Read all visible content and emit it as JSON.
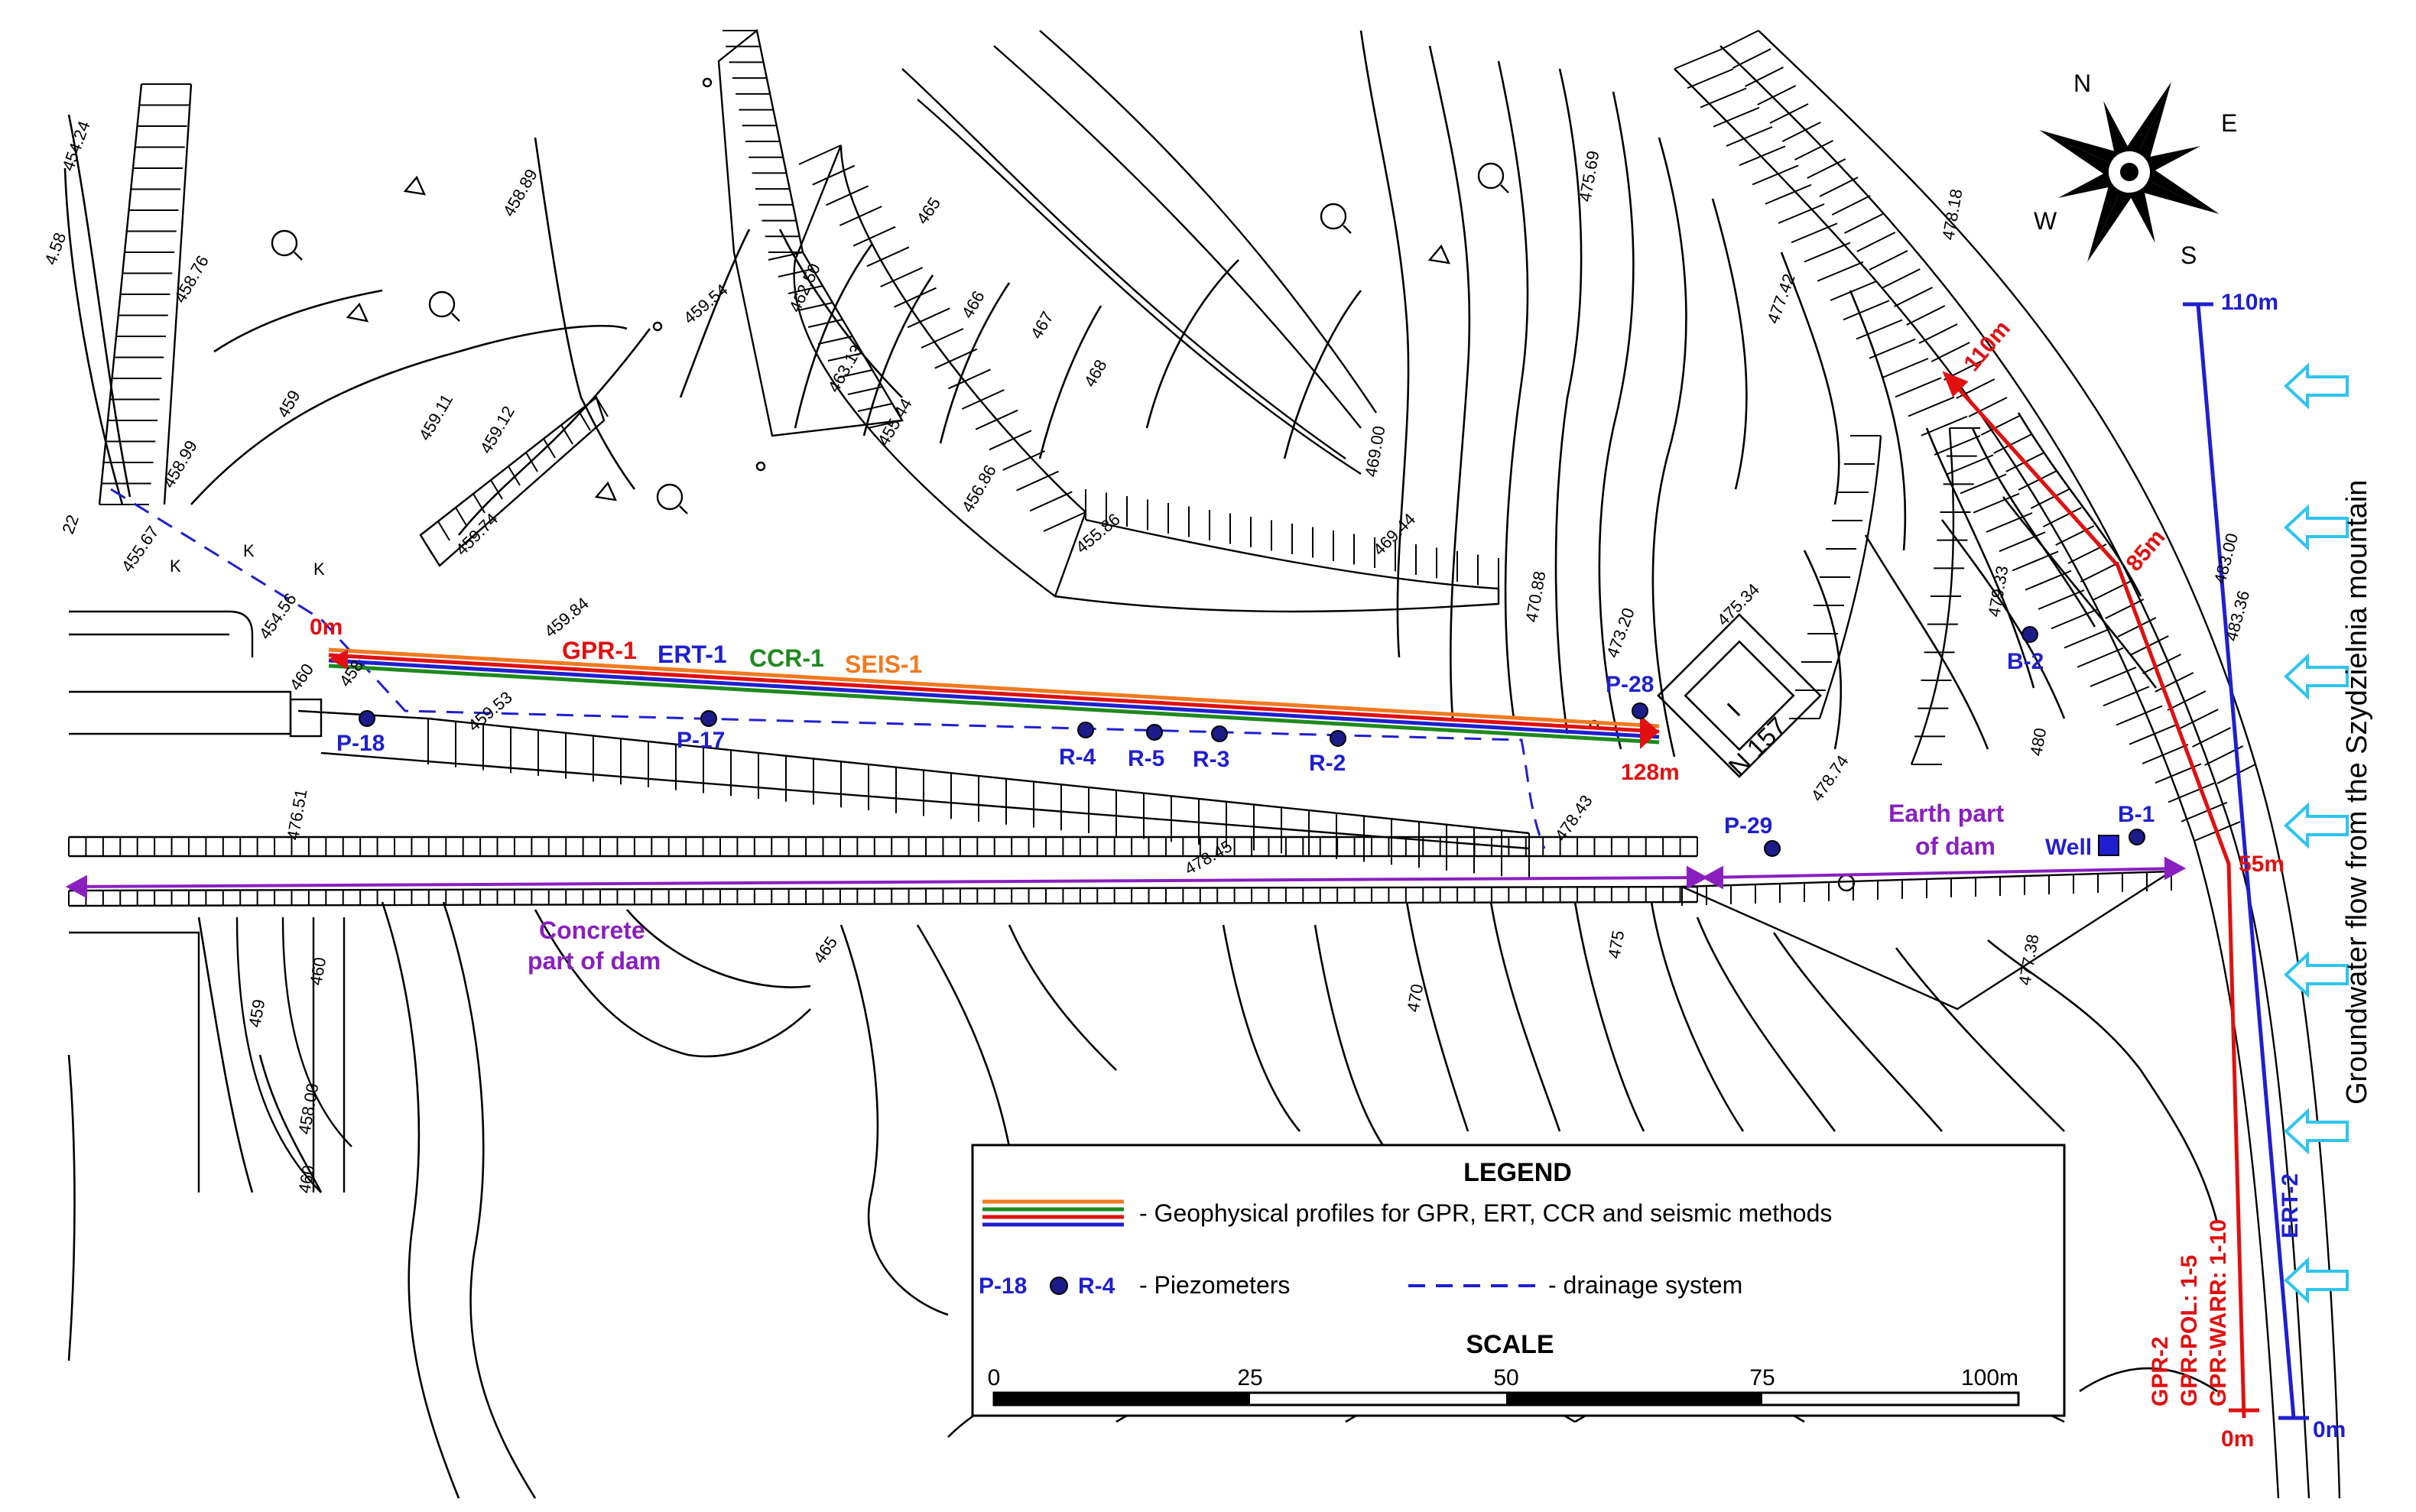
{
  "compass": {
    "n": "N",
    "e": "E",
    "s": "S",
    "w": "W"
  },
  "profiles": {
    "gpr1": "GPR-1",
    "ert1": "ERT-1",
    "ccr1": "CCR-1",
    "seis1": "SEIS-1",
    "start": "0m",
    "end": "128m"
  },
  "gpr2": {
    "name": "GPR-2",
    "pol": "GPR-POL: 1-5",
    "warr": "GPR-WARR: 1-10",
    "m0": "0m",
    "m55": "55m",
    "m85": "85m",
    "m110": "110m"
  },
  "ert2": {
    "name": "ERT-2",
    "m0": "0m",
    "m110": "110m"
  },
  "piezometers": {
    "p18": "P-18",
    "p17": "P-17",
    "p28": "P-28",
    "p29": "P-29",
    "r4": "R-4",
    "r5": "R-5",
    "r3": "R-3",
    "r2": "R-2",
    "b1": "B-1",
    "b2": "B-2",
    "well": "Well"
  },
  "building": {
    "label": "N 157",
    "mark": "I"
  },
  "dam": {
    "earth_line1": "Earth part",
    "earth_line2": "of dam",
    "concrete_line1": "Concrete",
    "concrete_line2": "part of dam"
  },
  "groundwater": "Groundwater flow from the Szydzielnia mountain",
  "elevations": {
    "e45424": "454.24",
    "e4558": "4.58",
    "e45876": "458.76",
    "e45869": "458.89",
    "e459": "459",
    "e45911": "459.11",
    "e45899": "458.99",
    "e45912": "459.12",
    "e45954": "459.54",
    "e46250": "462.50",
    "e465": "465",
    "e466": "466",
    "e467": "467",
    "e468": "468",
    "e46313": "463.13",
    "e45544": "455.44",
    "e45686": "456.86",
    "e45586": "455.86",
    "e46900": "469.00",
    "e46944": "469.44",
    "e47088": "470.88",
    "e47309": "473.20",
    "e47534": "475.34",
    "e47569": "475.69",
    "e47742": "477.42",
    "e47818": "478.18",
    "e47933": "479.33",
    "e48300": "483.00",
    "e48336": "483.36",
    "e480": "480",
    "e47874": "478.74",
    "e47843": "478.43",
    "e47738": "477.38",
    "e470": "470",
    "e475": "475",
    "e465b": "465",
    "e47845": "478.45",
    "e45974": "459.74",
    "e45984": "459.84",
    "e45953": "459.53",
    "e45567": "455.67",
    "e45456": "454.56",
    "e460a": "460",
    "e458a": "458",
    "e47651": "476.51",
    "e460b": "460",
    "e459b": "459",
    "e45800": "458.00",
    "e460c": "460",
    "e22": "22",
    "k1": "K",
    "k2": "K",
    "k3": "K"
  },
  "legend": {
    "title": "LEGEND",
    "profiles_desc": "- Geophysical profiles for GPR, ERT, CCR and seismic methods",
    "pz_left": "P-18",
    "pz_right": "R-4",
    "pz_desc": "- Piezometers",
    "drain_desc": "- drainage system",
    "scale_title": "SCALE",
    "scale_ticks": [
      "0",
      "25",
      "50",
      "75",
      "100m"
    ]
  },
  "colors": {
    "gpr": "#e01010",
    "ert": "#1f1fd0",
    "ccr": "#1e8a1e",
    "seis": "#f07a20",
    "purple": "#8a1fc0",
    "arrow": "#2ec4f0"
  }
}
